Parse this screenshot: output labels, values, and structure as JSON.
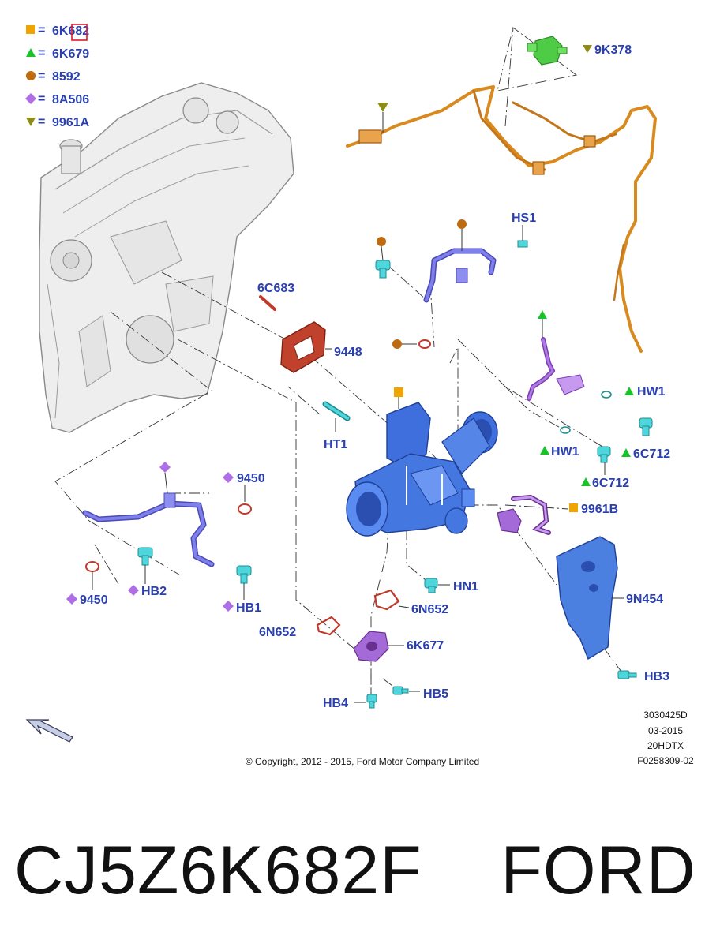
{
  "legend": [
    {
      "shape": "square",
      "color": "#f0a400",
      "text": "6K682"
    },
    {
      "shape": "triangle",
      "color": "#19c42a",
      "text": "6K679"
    },
    {
      "shape": "circle",
      "color": "#c06a10",
      "text": "8592"
    },
    {
      "shape": "diamond",
      "color": "#b06ee6",
      "text": "8A506"
    },
    {
      "shape": "triangle-down",
      "color": "#8d8d14",
      "text": "9961A"
    }
  ],
  "legend_separator": "=",
  "callouts": {
    "9k378": "9K378",
    "hs1": "HS1",
    "6c683": "6C683",
    "9448": "9448",
    "ht1": "HT1",
    "hw1_right": "HW1",
    "hw1_left": "HW1",
    "6c712_right": "6C712",
    "6c712_left": "6C712",
    "9961b": "9961B",
    "9450_top": "9450",
    "9450_bottom": "9450",
    "hb2": "HB2",
    "hb1": "HB1",
    "hn1": "HN1",
    "9n454": "9N454",
    "6n652_right": "6N652",
    "6n652_left": "6N652",
    "6k677": "6K677",
    "hb3": "HB3",
    "hb4": "HB4",
    "hb5": "HB5"
  },
  "metadata": [
    "3030425D",
    "03-2015",
    "20HDTX",
    "F0258309-02"
  ],
  "copyright": "© Copyright, 2012 - 2015, Ford Motor Company Limited",
  "caption": "CJ5Z6K682F    FORD",
  "colors": {
    "label": "#2a3fb0",
    "turbo": "#3f6fdc",
    "oil_line": "#6d6ee0",
    "coolant_line": "#a46ad8",
    "harness": "#d98a1e",
    "gasket": "#b8412a",
    "fastener": "#28c4c8",
    "shield": "#4b7fe0",
    "valve": "#4fcc46"
  }
}
